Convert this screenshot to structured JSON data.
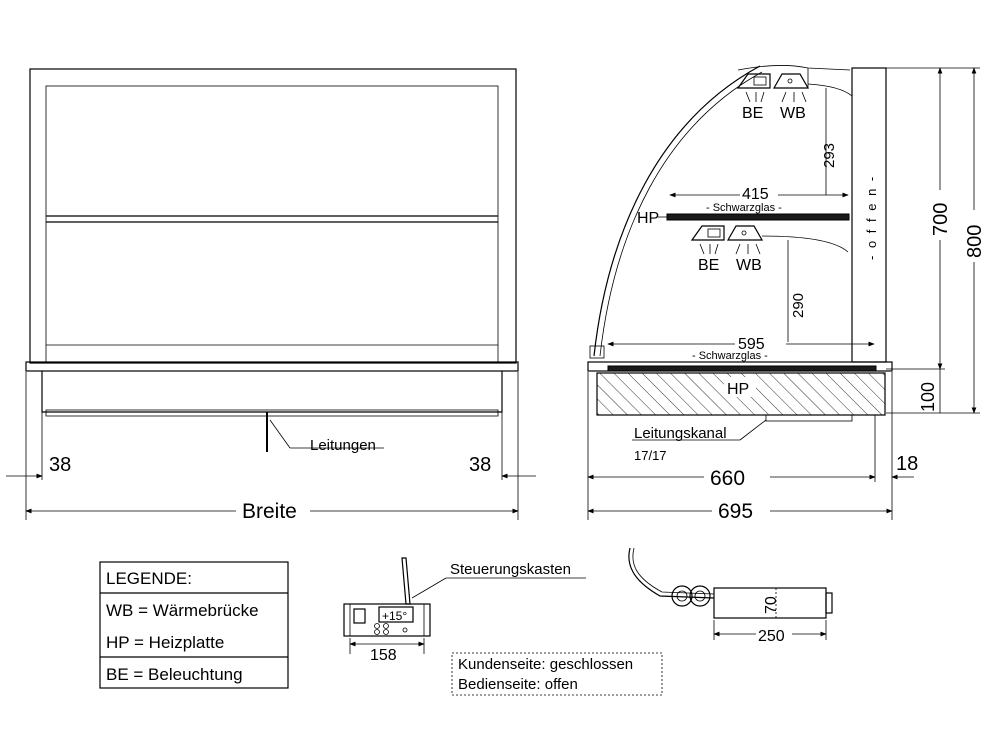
{
  "front_view": {
    "dim_left": "38",
    "dim_right": "38",
    "dim_width": "Breite",
    "label_leitungen": "Leitungen"
  },
  "side_view": {
    "label_be_top": "BE",
    "label_wb_top": "WB",
    "label_be_mid": "BE",
    "label_wb_mid": "WB",
    "dim_293": "293",
    "dim_415": "415",
    "schwarzglas_top": "- Schwarzglas -",
    "label_hp_top": "HP",
    "dim_290": "290",
    "dim_595": "595",
    "schwarzglas_bottom": "- Schwarzglas -",
    "label_hp_bottom": "HP",
    "offen_vertical": "- o f f e n -",
    "dim_700": "700",
    "dim_800": "800",
    "dim_100": "100",
    "label_leitungskanal": "Leitungskanal",
    "label_1717": "17/17",
    "dim_660": "660",
    "dim_18": "18",
    "dim_695": "695"
  },
  "legend": {
    "title": "LEGENDE:",
    "rows": [
      "WB = Wärmebrücke",
      "HP = Heizplatte",
      "BE = Beleuchtung"
    ]
  },
  "control_box": {
    "label": "Steuerungskasten",
    "display": "+15°",
    "dim_width": "158",
    "note_line1": "Kundenseite: geschlossen",
    "note_line2": "Bedienseite: offen"
  },
  "transformer": {
    "dim_height": "70",
    "dim_length": "250"
  }
}
